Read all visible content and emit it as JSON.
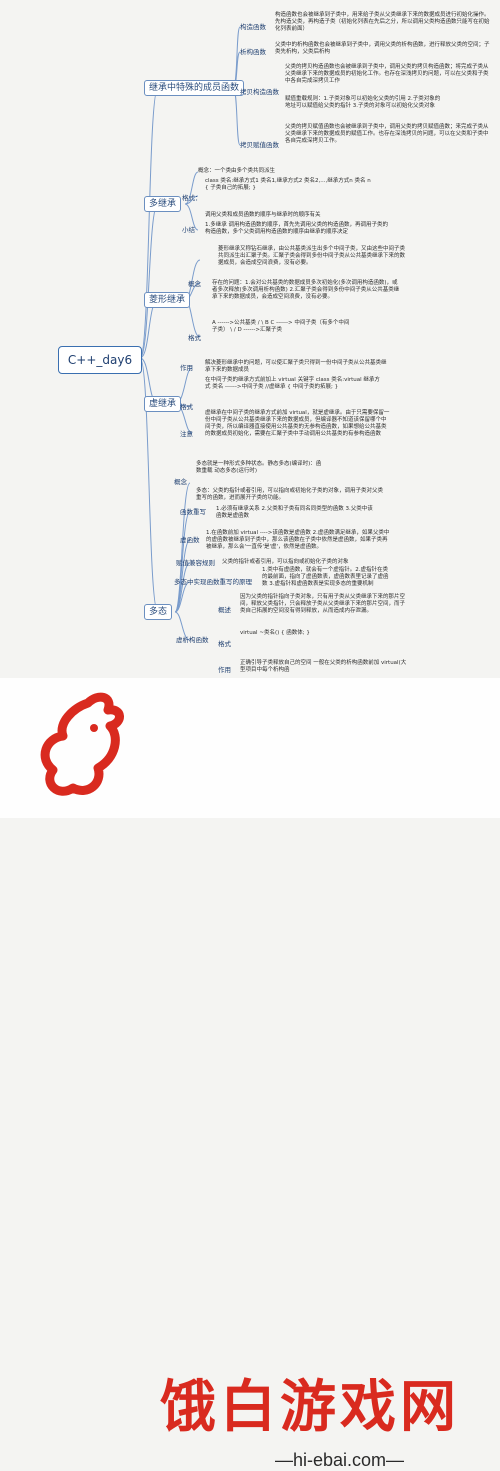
{
  "root": {
    "label": "C++_day6"
  },
  "branches": [
    {
      "id": "b1",
      "label": "继承中特殊的成员函数"
    },
    {
      "id": "b2",
      "label": "多继承"
    },
    {
      "id": "b3",
      "label": "菱形继承"
    },
    {
      "id": "b4",
      "label": "虚继承"
    },
    {
      "id": "b5",
      "label": "多态"
    }
  ],
  "b1": {
    "items": [
      {
        "label": "构造函数",
        "note": "构造函数也会被继承到子类中，用来给子类从父类继承下来的数据成员进行初始化操作。先构造父类，再构造子类（初始化列表在先后之分，所以调用父类构造函数只能写在初始化列表前面）"
      },
      {
        "label": "析构函数",
        "note": "父类中的析构函数也会被继承到子类中，调用父类的析构函数，进行释放父类的空间；子类先析构，父类后析构"
      },
      {
        "label": "拷贝构造函数",
        "note": "父类的拷贝构造函数也会被继承到子类中，调用父类的拷贝构造函数；将完成子类从父类继承下来的数据成员的初始化工作。也存在深浅拷贝的问题，可以在父类和子类中各自完成深拷贝工作",
        "sub": "赋值重载规则：1.子类对象可以初始化父类的引用 2.子类对象的地址可以赋值给父类的指针 3.子类的对象可以初始化父类对象"
      },
      {
        "label": "拷贝赋值函数",
        "note": "父类的拷贝赋值函数也会被继承到子类中，调用父类的拷贝赋值函数；来完成子类从父类继承下来的数据成员的赋值工作。也存在深浅拷贝的问题，可以在父类和子类中各自完成深拷贝工作。"
      }
    ]
  },
  "b2": {
    "concept": "概念：一个类由多个类共同派生",
    "format_label": "格式：",
    "format": "class 类名:继承方式1 类名1,继承方式2 类名2,...,继承方式n 类名 n {  子类自己的拓展; }",
    "format_note": "调用父类和成员函数的顺序与继承时的顺序有关",
    "summary_label": "小结",
    "summary": "1.多继承 调用构造函数的顺序，首先先调用父类的构造函数，再调用子类的构造函数，多个父类调用构造函数的顺序由继承的顺序决定"
  },
  "b3": {
    "intro": "菱形继承又称钻石继承，由公共基类派生出多个中间子类，又由这些中间子类共同派生出汇聚子类。汇聚子类会得到多份中间子类从公共基类继承下来的数据成员，会造成空间浪费，没有必要。",
    "concept_label": "概念",
    "problems": "存在的问题：1.会对公共基类的数据成员多次初始化(多次调用构造函数)，或者多次释放(多次调用析构函数) 2.汇聚子类会得到多份中间子类从公共基类继承下来的数据成员，会造成空间浪费，没有必要。",
    "format_label": "格式",
    "diagram": "A ------>公共基类 / \\ B C ------> 中间子类（有多个中间子类） \\ / D ------>汇聚子类"
  },
  "b4": {
    "role_label": "作用",
    "role": "解决菱形继承中的问题，可以使汇聚子类只得到一份中间子类从公共基类继承下来的数据成员",
    "format_label": "格式",
    "format": "在中间子类的继承方式前加上 virtual 关键字 class 类名:virtual 继承方式 类名 ------>中间子类 //虚继承 { 中间子类的拓展; }",
    "note_label": "注意",
    "note": "虚继承在中间子类的继承方式前加 virtual，就是虚继承。由于只需要保留一份中间子类从公共基类继承下来的数据成员，但编译器不知道该保留哪个中间子类，所以编译器直接使用公共基类的无参构造函数，如果想给公共基类的数据成员初始化，需要在汇聚子类中手动调用公共基类的有参构造函数"
  },
  "b5": {
    "concept_label": "概念",
    "concept_a": "多态就是一种形式多种状态。静态多态(编译时)：函数重载 动态多态(运行时)",
    "concept_b": "多态：父类的指针或者引用，可以指向或初始化子类的对象，调用子类对父类重写的函数，进而展开子类的功能。",
    "override_label": "函数重写",
    "override": "1.必须有继承关系 2.父类和子类有同名同类型的函数 3.父类中该函数是虚函数",
    "virtual_label": "虚函数",
    "virtual": "1.在函数前加 virtual ---->该函数是虚函数 2.虚函数满足继承，如果父类中的虚函数被继承到子类中，那么该函数在子类中依然是虚函数，如果子类再被继承，那么会'一直传'是'虚'，依然是虚函数。",
    "assign_label": "赋值兼容规则",
    "assign": "父类的指针或者引用，可以指向或初始化子类的对象",
    "principle_label": "多态中实现函数重写的原理",
    "principle": "1.类中有虚函数，就会有一个虚指针。2.虚指针在类的最前面，指向了虚函数表，虚函数表里记录了虚函数 3.虚指针和虚函数表是实现多态的重要机制",
    "vdtor_label": "虚析构函数",
    "vdtor_concept_label": "概述",
    "vdtor_concept": "因为父类的指针指向子类对象，只有用子类从父类继承下来的那片空间，释放父类指针，只会释放子类从父类继承下来的那片空间，而子类自己拓展的空间没有得到释放，从而造成内存泄漏。",
    "vdtor_format_label": "格式",
    "vdtor_format": "virtual ~类名() { 函数体; }",
    "vdtor_role_label": "作用",
    "vdtor_role": "正确引导子类释放自己的空间 一般在父类的析构函数前加 virtual(大型项目中每个析构函"
  },
  "watermark": {
    "brand": "饿白游戏网",
    "domain": "—hi-ebai.com—"
  }
}
